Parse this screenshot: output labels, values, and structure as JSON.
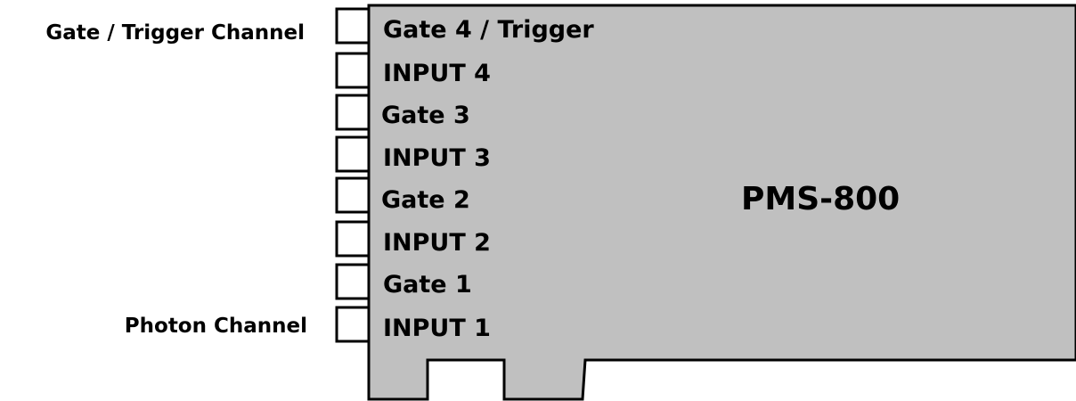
{
  "board": {
    "name": "PMS-800",
    "fill_color": "#c0c0c0",
    "outline_color": "#000000"
  },
  "ports": [
    {
      "label": "Gate 4 / Trigger"
    },
    {
      "label": "INPUT 4"
    },
    {
      "label": "Gate 3"
    },
    {
      "label": "INPUT 3"
    },
    {
      "label": "Gate 2"
    },
    {
      "label": "INPUT 2"
    },
    {
      "label": "Gate 1"
    },
    {
      "label": "INPUT 1"
    }
  ],
  "annotations": {
    "gate_trigger": "Gate / Trigger Channel",
    "photon": "Photon Channel"
  }
}
